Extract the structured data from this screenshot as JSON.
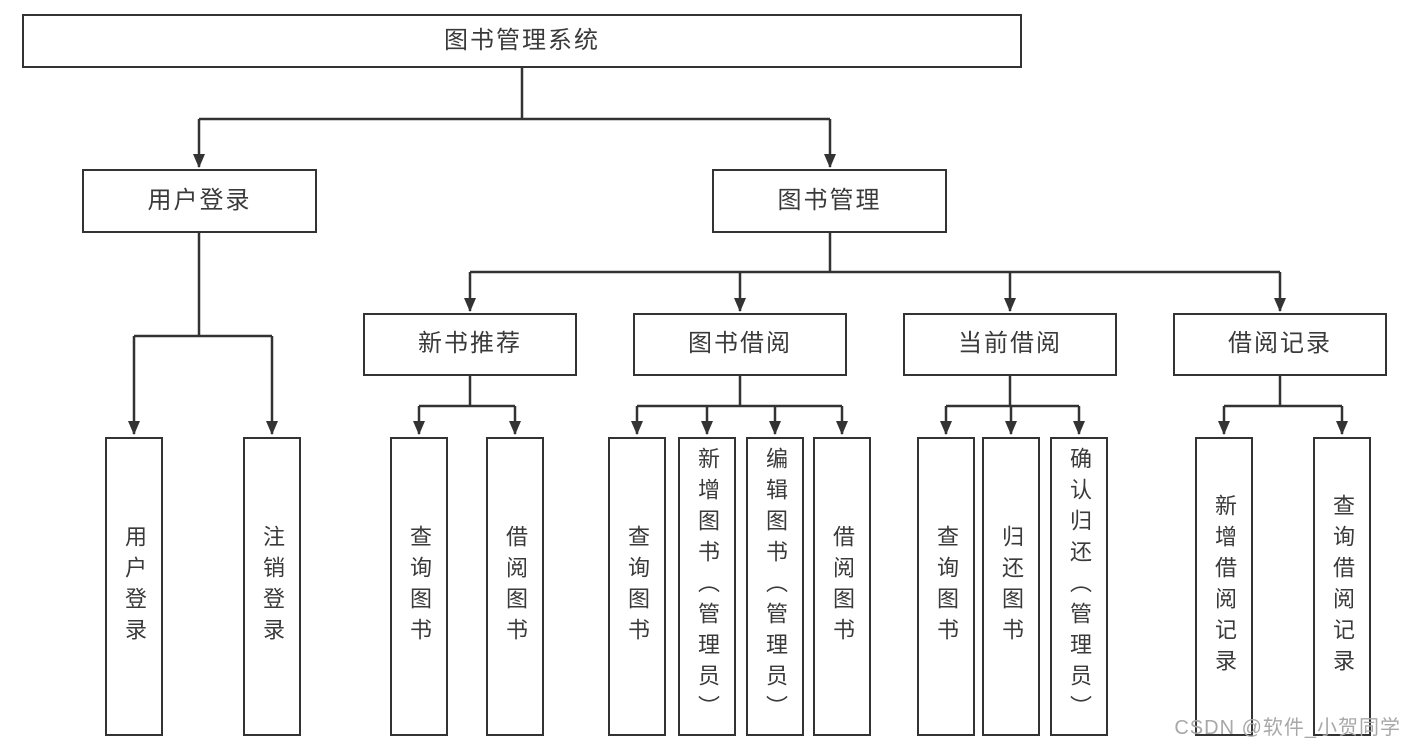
{
  "tree": {
    "label": "图书管理系统",
    "children": [
      {
        "label": "用户登录",
        "children": [
          {
            "label": "用户登录"
          },
          {
            "label": "注销登录"
          }
        ]
      },
      {
        "label": "图书管理",
        "children": [
          {
            "label": "新书推荐",
            "children": [
              {
                "label": "查询图书"
              },
              {
                "label": "借阅图书"
              }
            ]
          },
          {
            "label": "图书借阅",
            "children": [
              {
                "label": "查询图书"
              },
              {
                "label": "新增图书（管理员）"
              },
              {
                "label": "编辑图书（管理员）"
              },
              {
                "label": "借阅图书"
              }
            ]
          },
          {
            "label": "当前借阅",
            "children": [
              {
                "label": "查询图书"
              },
              {
                "label": "归还图书"
              },
              {
                "label": "确认归还（管理员）"
              }
            ]
          },
          {
            "label": "借阅记录",
            "children": [
              {
                "label": "新增借阅记录"
              },
              {
                "label": "查询借阅记录"
              }
            ]
          }
        ]
      }
    ]
  },
  "watermark": "CSDN @软件_小贺同学",
  "colors": {
    "line": "#333333",
    "box_fill": "#ffffff",
    "text": "#3a3a3a",
    "watermark": "#a8a8a8",
    "background": "#ffffff"
  }
}
